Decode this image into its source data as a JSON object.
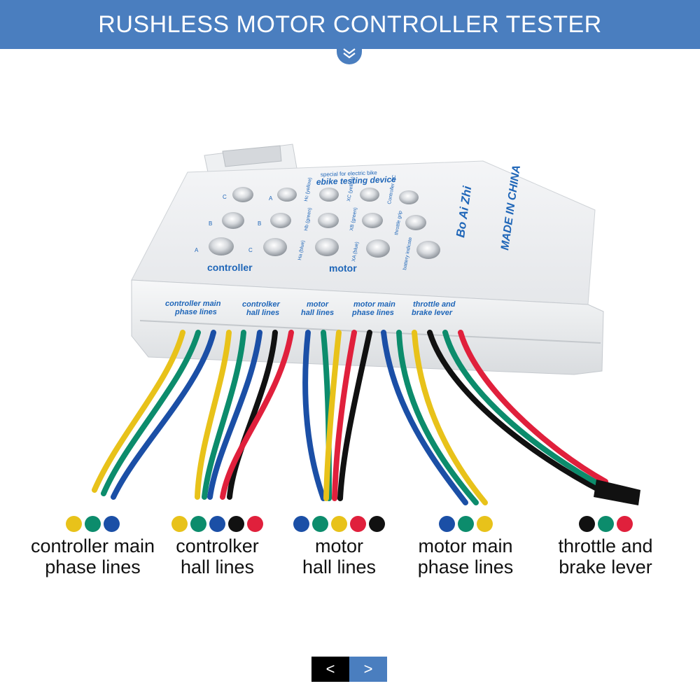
{
  "banner": {
    "title": "RUSHLESS MOTOR CONTROLLER TESTER"
  },
  "device": {
    "top_text_1": "special for electric bike",
    "top_text_2": "ebike testing device",
    "brand": "Bo Ai Zhi",
    "made_in": "MADE IN CHINA",
    "group_controller": "controller",
    "group_motor": "motor",
    "led_labels": [
      "A",
      "B",
      "C",
      "C",
      "B",
      "A",
      "Ha (blue)",
      "Hb (green)",
      "Hc (yellow)",
      "XA (blue)",
      "XB (green)",
      "XC (yellow)",
      "battery indicate",
      "throttle grip",
      "Controller DC"
    ],
    "port_labels": [
      {
        "line1": "controller main",
        "line2": "phase lines"
      },
      {
        "line1": "controlker",
        "line2": "hall lines"
      },
      {
        "line1": "motor",
        "line2": "hall lines"
      },
      {
        "line1": "motor main",
        "line2": "phase lines"
      },
      {
        "line1": "throttle and",
        "line2": "brake lever"
      }
    ]
  },
  "colors": {
    "accent": "#4a7ebf",
    "yellow": "#e8c21a",
    "green": "#0c8c6c",
    "blue": "#1b4fa6",
    "black": "#111111",
    "red": "#e0203c"
  },
  "legend": [
    {
      "line1": "controller main",
      "line2": "phase lines",
      "dots": [
        "yellow",
        "green",
        "blue"
      ]
    },
    {
      "line1": "controlker",
      "line2": "hall lines",
      "dots": [
        "yellow",
        "green",
        "blue",
        "black",
        "red"
      ]
    },
    {
      "line1": "motor",
      "line2": "hall lines",
      "dots": [
        "blue",
        "green",
        "yellow",
        "red",
        "black"
      ]
    },
    {
      "line1": "motor main",
      "line2": "phase lines",
      "dots": [
        "blue",
        "green",
        "yellow"
      ]
    },
    {
      "line1": "throttle and",
      "line2": "brake lever",
      "dots": [
        "black",
        "green",
        "red"
      ]
    }
  ],
  "nav": {
    "prev": "<",
    "next": ">",
    "prev_color": "#000000",
    "next_color": "#4a7ebf"
  }
}
